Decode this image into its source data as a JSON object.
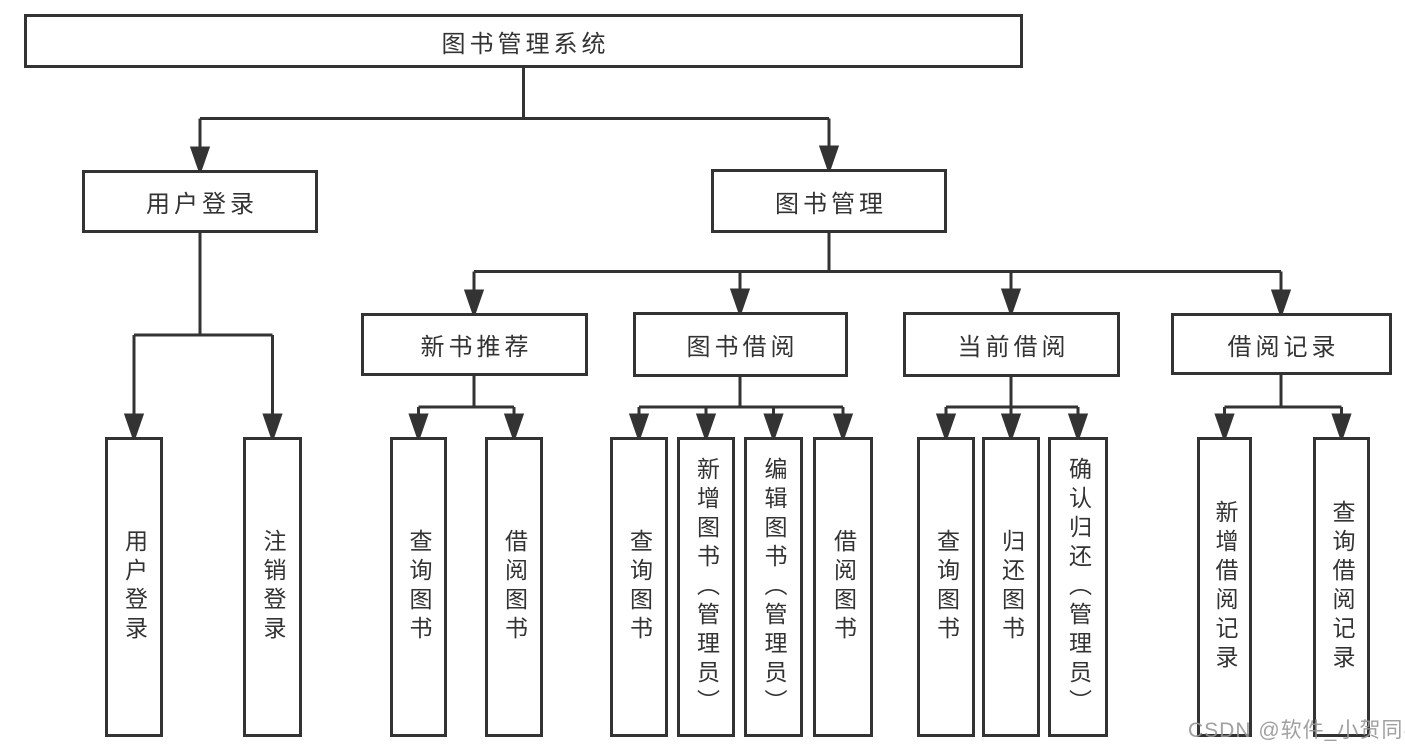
{
  "root": {
    "label": "图书管理系统"
  },
  "userLogin": {
    "label": "用户登录",
    "children": [
      {
        "label": "用户登录"
      },
      {
        "label": "注销登录"
      }
    ]
  },
  "bookMgmt": {
    "label": "图书管理",
    "sections": [
      {
        "label": "新书推荐",
        "children": [
          {
            "label": "查询图书"
          },
          {
            "label": "借阅图书"
          }
        ]
      },
      {
        "label": "图书借阅",
        "children": [
          {
            "label": "查询图书"
          },
          {
            "label": "新增图书（管理员）"
          },
          {
            "label": "编辑图书（管理员）"
          },
          {
            "label": "借阅图书"
          }
        ]
      },
      {
        "label": "当前借阅",
        "children": [
          {
            "label": "查询图书"
          },
          {
            "label": "归还图书"
          },
          {
            "label": "确认归还（管理员）"
          }
        ]
      },
      {
        "label": "借阅记录",
        "children": [
          {
            "label": "新增借阅记录"
          },
          {
            "label": "查询借阅记录"
          }
        ]
      }
    ]
  },
  "watermark": {
    "text": "CSDN @软件_小贺同学"
  },
  "colors": {
    "border": "#333333",
    "text": "#333333",
    "watermark": "#969696",
    "background": "#ffffff"
  }
}
